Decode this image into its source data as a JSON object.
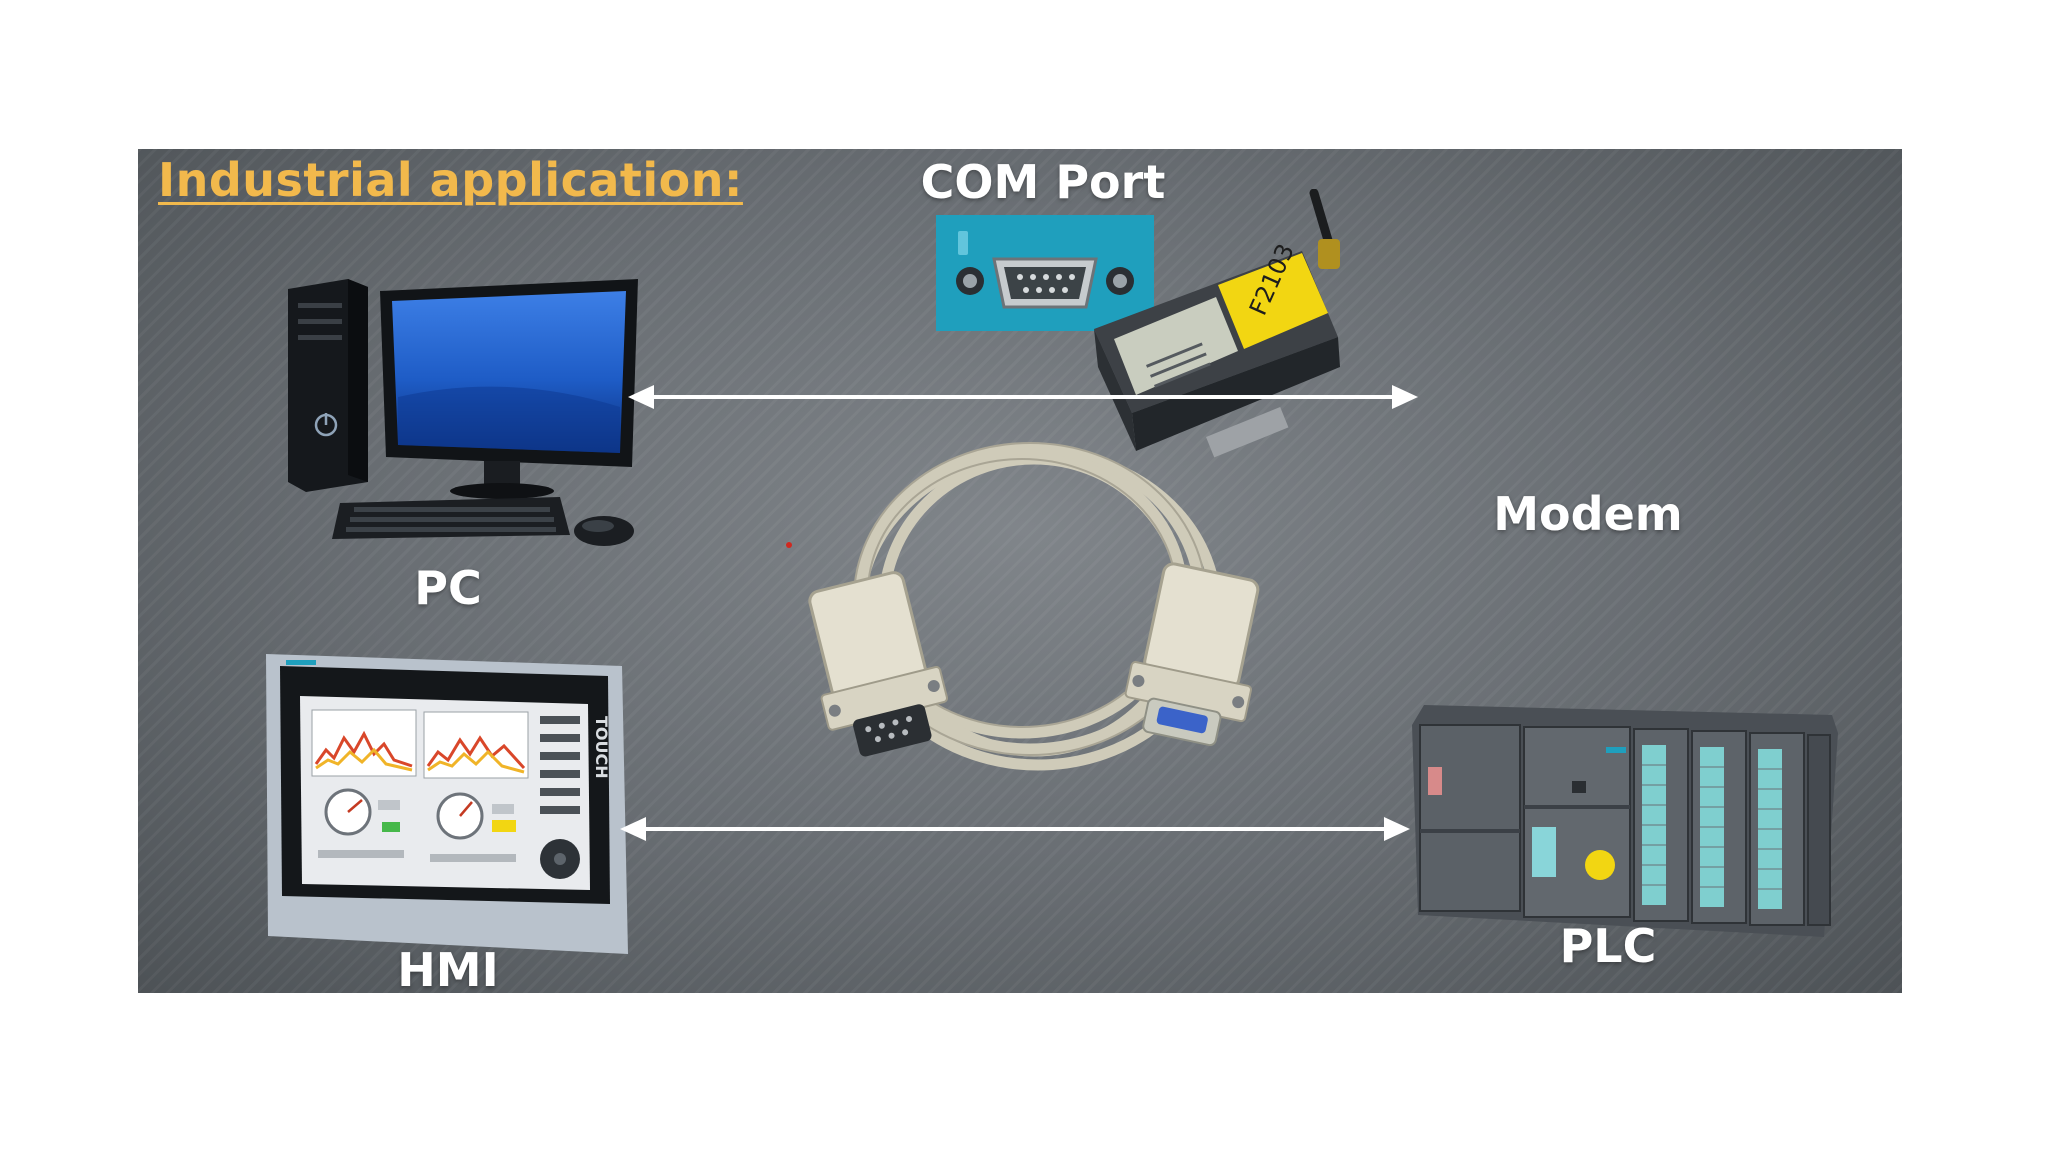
{
  "slide": {
    "title": "Industrial application:",
    "title_color": "#f2b94c",
    "background_color": "#5c6166"
  },
  "nodes": {
    "com_port": {
      "label": "COM Port",
      "icon": "db9-com-port-icon"
    },
    "pc": {
      "label": "PC",
      "icon": "desktop-computer-icon"
    },
    "modem": {
      "label": "Modem",
      "icon": "modem-icon",
      "model_text": "F2103"
    },
    "hmi": {
      "label": "HMI",
      "icon": "hmi-touch-panel-icon",
      "bezel_text": "TOUCH"
    },
    "plc": {
      "label": "PLC",
      "icon": "plc-rack-icon"
    },
    "cable": {
      "icon": "serial-cable-icon"
    }
  },
  "connections": [
    {
      "from": "PC",
      "to": "Modem",
      "style": "double-arrow"
    },
    {
      "from": "HMI",
      "to": "PLC",
      "style": "double-arrow"
    }
  ]
}
